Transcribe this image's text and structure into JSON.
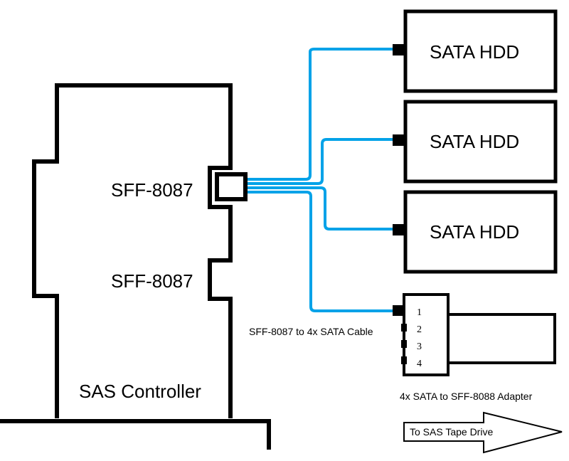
{
  "controller": {
    "label": "SAS Controller",
    "ports": [
      {
        "label": "SFF-8087"
      },
      {
        "label": "SFF-8087"
      }
    ]
  },
  "cable": {
    "label": "SFF-8087 to 4x SATA Cable",
    "color": "#00a2e8"
  },
  "drives": [
    {
      "label": "SATA HDD"
    },
    {
      "label": "SATA HDD"
    },
    {
      "label": "SATA HDD"
    }
  ],
  "adapter": {
    "label": "4x SATA to SFF-8088 Adapter",
    "pins": [
      "1",
      "2",
      "3",
      "4"
    ]
  },
  "arrow": {
    "label": "To SAS Tape Drive"
  }
}
